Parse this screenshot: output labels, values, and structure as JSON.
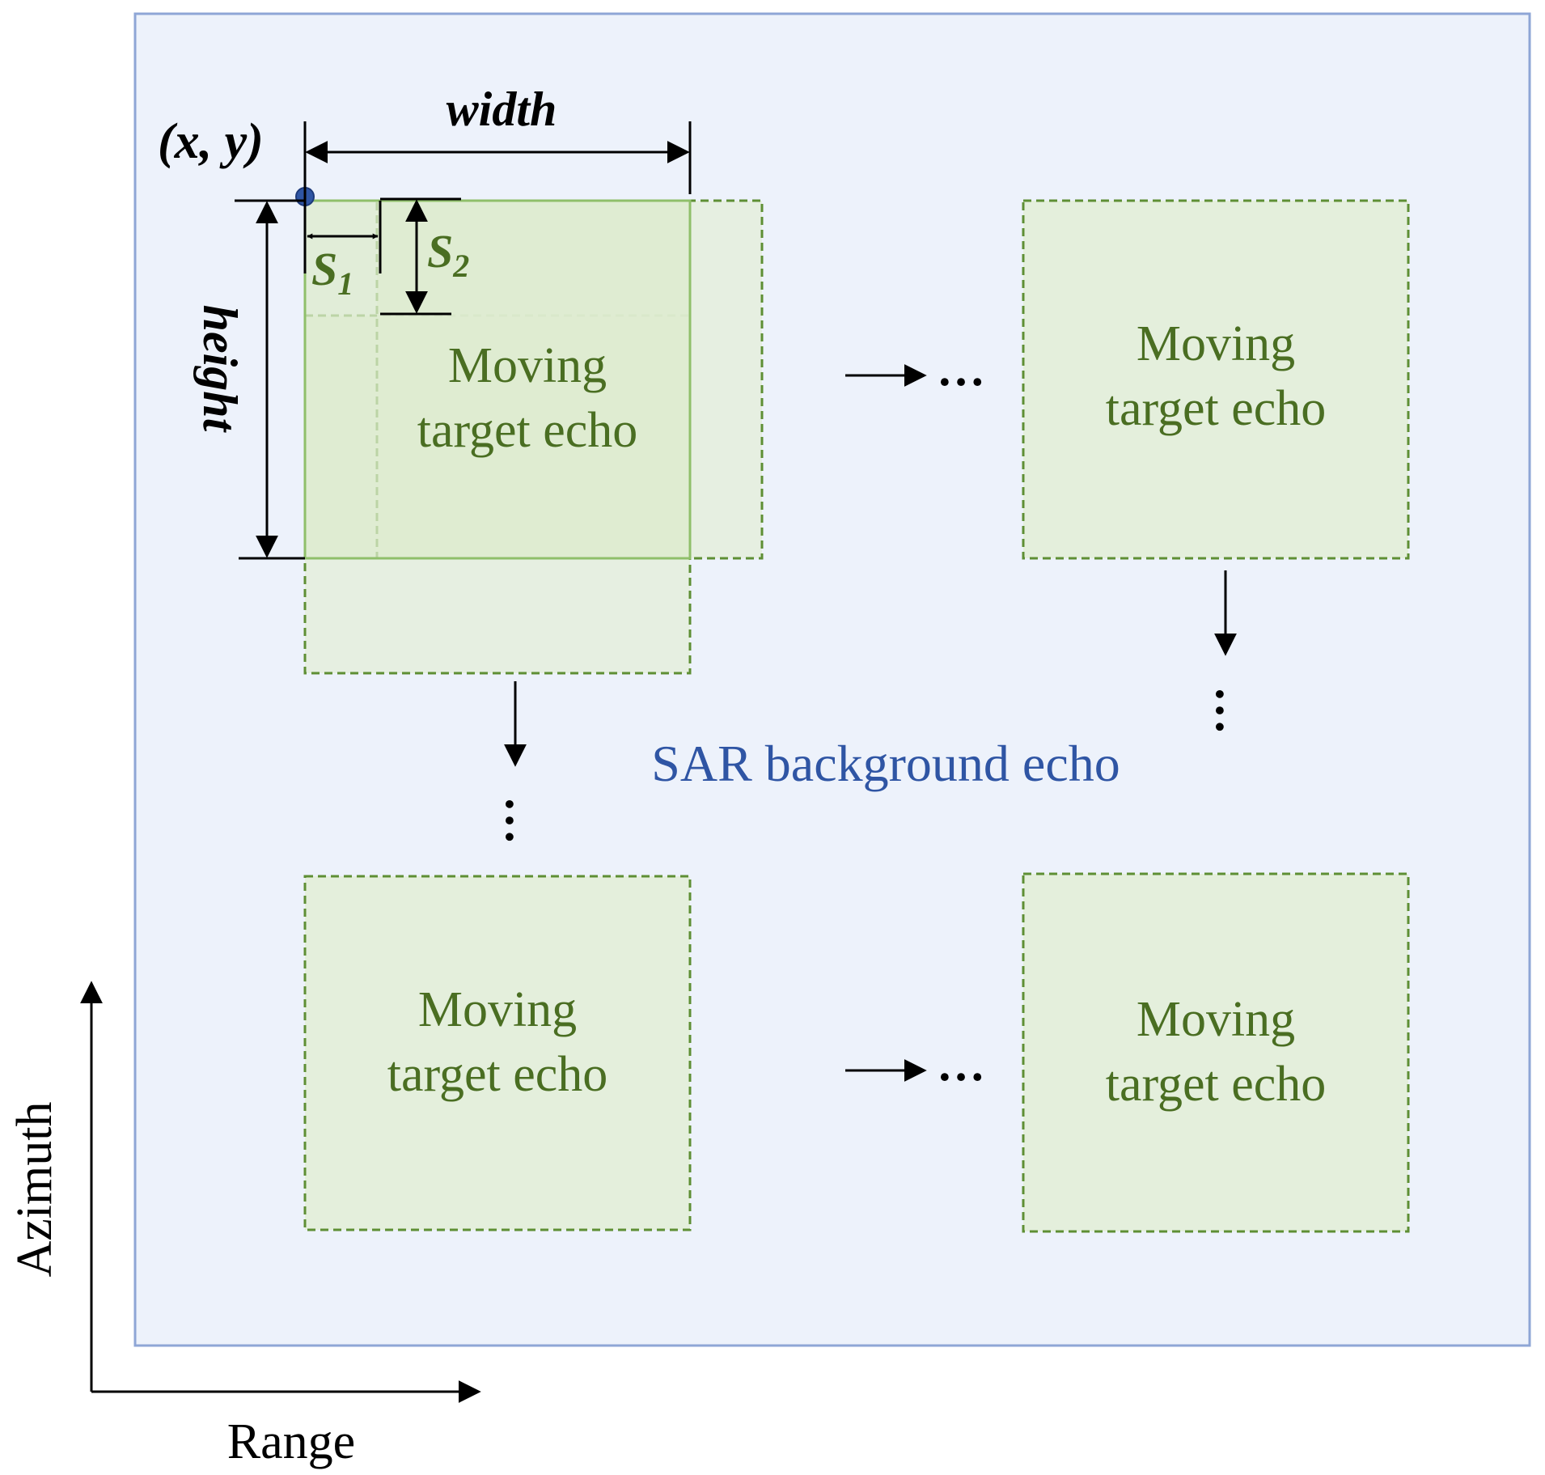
{
  "labels": {
    "origin": "(x, y)",
    "width": "width",
    "height": "height",
    "s1": "S",
    "s1_sub": "1",
    "s2": "S",
    "s2_sub": "2",
    "background": "SAR background echo",
    "azimuth": "Azimuth",
    "range": "Range",
    "ellipsis": "…"
  },
  "windows": [
    {
      "line1": "Moving",
      "line2": "target echo"
    },
    {
      "line1": "Moving",
      "line2": "target echo"
    },
    {
      "line1": "Moving",
      "line2": "target echo"
    },
    {
      "line1": "Moving",
      "line2": "target echo"
    }
  ],
  "colors": {
    "background_fill": "#edf2fb",
    "background_border": "#8ea6d6",
    "window_fill": "#e4efdc",
    "window_border": "#5e8f34",
    "window_text": "#4a6e22",
    "background_text": "#2f55a4",
    "marker": "#2f55a4"
  }
}
